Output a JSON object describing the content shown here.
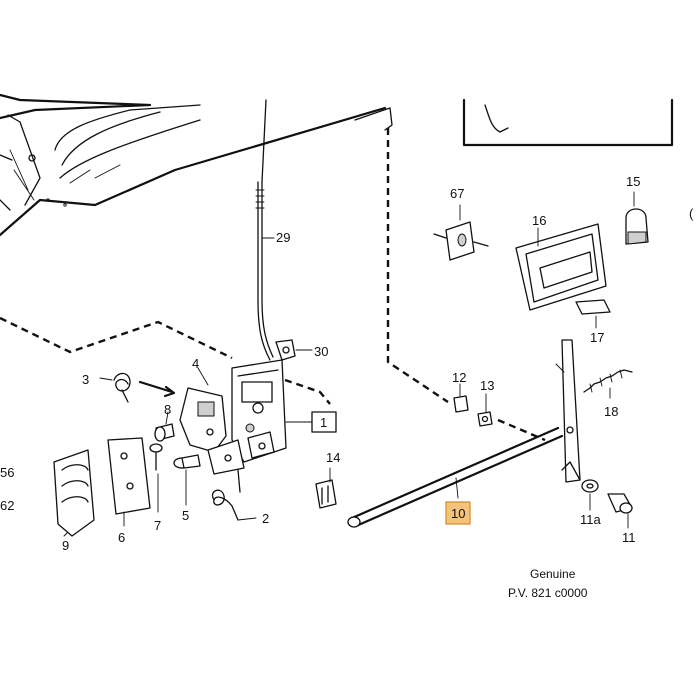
{
  "diagram": {
    "colors": {
      "highlight_fill": "#f5c27a",
      "highlight_stroke": "#d08a2a",
      "ink": "#111111"
    },
    "callouts": {
      "p1": "1",
      "p2": "2",
      "p3": "3",
      "p4": "4",
      "p5": "5",
      "p6": "6",
      "p7": "7",
      "p8": "8",
      "p9": "9",
      "p10": "10",
      "p11": "11",
      "p11a": "11a",
      "p12": "12",
      "p13": "13",
      "p14": "14",
      "p15": "15",
      "p16": "16",
      "p17": "17",
      "p18": "18",
      "p29": "29",
      "p30": "30",
      "p67": "67"
    },
    "edge_text": {
      "left_upper": "56",
      "left_lower": "62",
      "right_edge": "("
    },
    "footer": {
      "line1": "Genuine",
      "line2": "P.V. 821 c0000"
    }
  }
}
